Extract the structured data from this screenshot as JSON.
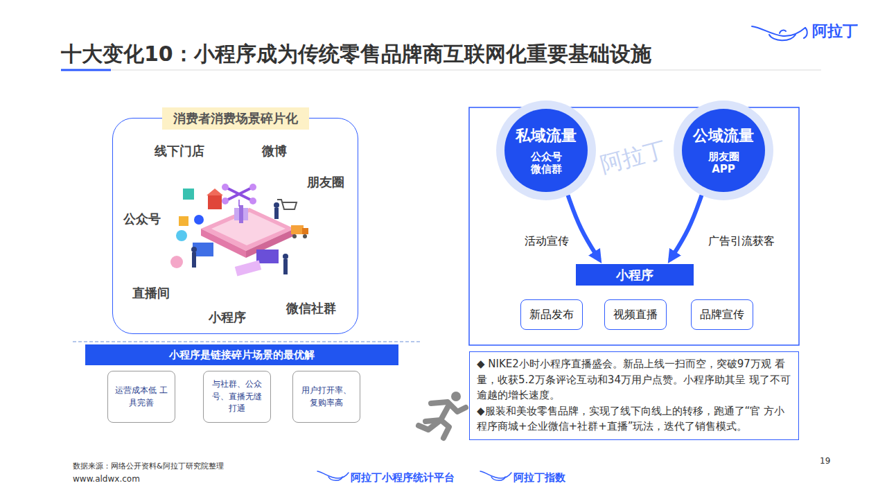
{
  "diagram": {
    "title": "十大变化10：小程序成为传统零售品牌商互联网化重要基础设施",
    "nodes": [
      {
        "text": [
          "消费者消费场景碎片化",
          "线下门店",
          "微博",
          "朋友圈",
          "公众号",
          "直播间",
          "小程序",
          "微信社群"
        ]
      },
      {
        "text": [
          "小程序是链接碎片场景的最优解"
        ]
      },
      {
        "text": [
          "运营成本低 工具完善"
        ]
      },
      {
        "text": [
          "与社群、公众 号、直播无缝 打通"
        ]
      },
      {
        "text": [
          "用户打开率、 复购率高"
        ]
      },
      {
        "text": [
          "私域流量",
          "公众号 微信群"
        ]
      },
      {
        "text": [
          "公域流量",
          "朋友圈 APP"
        ]
      },
      {
        "text": [
          "小程序"
        ]
      },
      {
        "text": [
          "新品发布"
        ]
      },
      {
        "text": [
          "视频直播"
        ]
      },
      {
        "text": [
          "品牌宣传"
        ]
      },
      {
        "text": [
          "◆ NIKE2小时小程序直播盛会。新品上线一扫而空，突破97万观 看量，收获5.2万条评论互动和34万用户点赞。小程序助其呈 现了不可逾越的增长速度。",
          "◆服装和美妆零售品牌，实现了线下向线上的转移，跑通了“官 方小程序商城+企业微信+社群+直播”玩法，迭代了销售模式。"
        ]
      }
    ],
    "edges": [
      {
        "from": 5,
        "to": 7,
        "label": "活动宣传",
        "arrow": "to"
      },
      {
        "from": 6,
        "to": 7,
        "label": "广告引流获客",
        "arrow": "to"
      }
    ],
    "labels": [
      "阿拉丁",
      "阿拉丁",
      "19",
      "数据来源：网络公开资料&阿拉丁研究院整理",
      "www.aldwx.com",
      "阿拉丁小程序统计平台",
      "阿拉丁指数"
    ]
  }
}
